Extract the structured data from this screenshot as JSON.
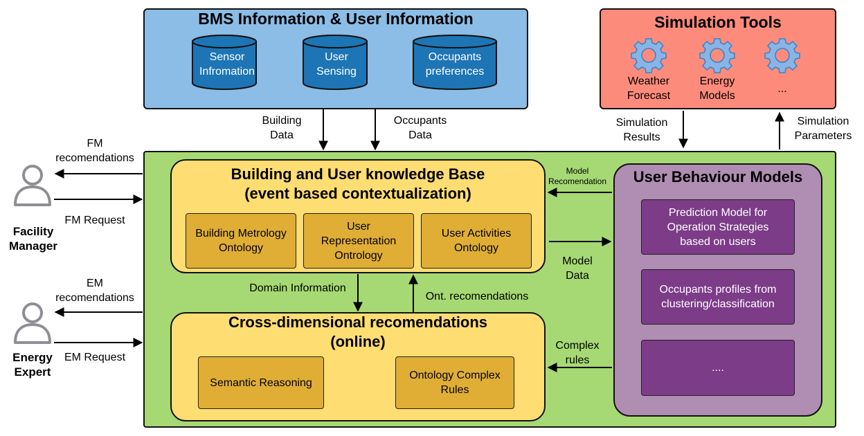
{
  "bms": {
    "title": "BMS Information & User Information",
    "databases": [
      "Sensor\nInfromation",
      "User\nSensing",
      "Occupants\npreferences"
    ]
  },
  "sim": {
    "title": "Simulation Tools",
    "tools": [
      "Weather\nForecast",
      "Energy\nModels",
      "..."
    ]
  },
  "flows": {
    "building_data": "Building\nData",
    "occupants_data": "Occupants\nData",
    "sim_results": "Simulation\nResults",
    "sim_params": "Simulation\nParameters",
    "model_recommendation": "Model\nRecomendation",
    "model_data": "Model\nData",
    "complex_rules": "Complex\nrules",
    "domain_information": "Domain Information",
    "ont_recommendations": "Ont. recomendations",
    "fm_recommendations": "FM\nrecomendations",
    "fm_request": "FM Request",
    "em_recommendations": "EM\nrecomendations",
    "em_request": "EM Request"
  },
  "actors": {
    "facility_manager": "Facility\nManager",
    "energy_expert": "Energy\nExpert"
  },
  "kb": {
    "title": "Building and User knowledge Base\n(event based contextualization)",
    "ontologies": [
      "Building Metrology\nOntology",
      "User\nRepresentation\nOntrology",
      "User Activities\nOntology"
    ]
  },
  "cross": {
    "title": "Cross-dimensional recomendations\n(online)",
    "items": [
      "Semantic Reasoning",
      "Ontology Complex\nRules"
    ]
  },
  "ubm": {
    "title": "User Behaviour Models",
    "models": [
      "Prediction Model for\nOperation Strategies\nbased on users",
      "Occupants profiles from\nclustering/classification",
      "...."
    ]
  },
  "colors": {
    "bms_fill": "#8bbde6",
    "db_fill": "#1d75b5",
    "sim_fill": "#fc8b7c",
    "gear_fill": "#89b4e6",
    "main_fill": "#a6d973",
    "kb_fill": "#fedd72",
    "onto_fill": "#e0ae35",
    "ubm_fill": "#b08db2",
    "model_fill": "#7c3c88",
    "actor_fill": "#8e8e94"
  }
}
